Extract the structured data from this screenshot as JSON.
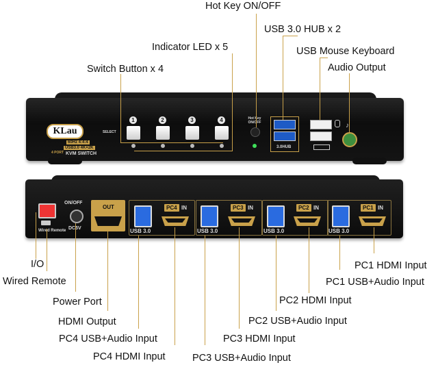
{
  "callouts": {
    "hot_key": "Hot Key ON/OFF",
    "usb_hub": "USB 3.0 HUB x 2",
    "indicator_led": "Indicator LED x 5",
    "usb_mouse_keyboard": "USB Mouse Keyboard",
    "audio_output": "Audio Output",
    "switch_button": "Switch Button x 4",
    "io": "I/O",
    "wired_remote": "Wired Remote",
    "power_port": "Power Port",
    "hdmi_output": "HDMI Output",
    "pc4_usb_audio": "PC4 USB+Audio Input",
    "pc4_hdmi": "PC4 HDMI Input",
    "pc3_usb_audio": "PC3 USB+Audio Input",
    "pc3_hdmi": "PC3 HDMI Input",
    "pc2_usb_audio": "PC2 USB+Audio Input",
    "pc2_hdmi": "PC2 HDMI Input",
    "pc1_usb_audio": "PC1 USB+Audio Input",
    "pc1_hdmi": "PC1 HDMI Input"
  },
  "front_panel": {
    "brand": "KLau",
    "spec_line1": "60Hz 4:4:4",
    "spec_line2": "USB3.0 4K×2K",
    "product": "KVM SWITCH",
    "port_count": "4 PORT",
    "select_label": "SELECT",
    "hotkey_label": "Hot Key ON/OFF",
    "hub_label": "3.0HUB",
    "buttons": [
      "1",
      "2",
      "3",
      "4"
    ]
  },
  "back_panel": {
    "onoff": "ON/OFF",
    "dc": "DC5V",
    "wired_remote": "Wired Remote",
    "out": "OUT",
    "ports": [
      {
        "pc": "PC4",
        "in": "IN",
        "usb": "USB 3.0"
      },
      {
        "pc": "PC3",
        "in": "IN",
        "usb": "USB 3.0"
      },
      {
        "pc": "PC2",
        "in": "IN",
        "usb": "USB 3.0"
      },
      {
        "pc": "PC1",
        "in": "IN",
        "usb": "USB 3.0"
      }
    ]
  },
  "colors": {
    "accent_gold": "#c9a14a",
    "usb3_blue": "#1e5bc6",
    "device_body": "#141414"
  }
}
